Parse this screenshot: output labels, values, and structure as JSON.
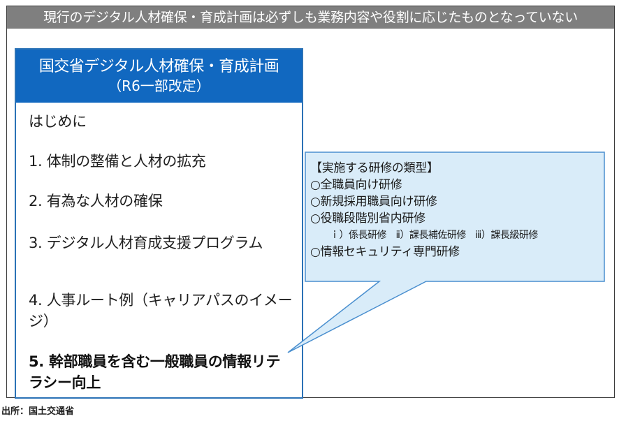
{
  "banner": {
    "text": "現行のデジタル人材確保・育成計画は必ずしも業務内容や役割に応じたものとなっていない",
    "color": "#7f7f7f"
  },
  "plan": {
    "title": "国交省デジタル人材確保・育成計画",
    "subtitle": "（R6一部改定）",
    "header_color": "#1168c0",
    "items": [
      {
        "text": "はじめに"
      },
      {
        "text": "1. 体制の整備と人材の拡充"
      },
      {
        "text": "2. 有為な人材の確保"
      },
      {
        "text": "3. デジタル人材育成支援プログラム"
      },
      {
        "text": "4. 人事ルート例（キャリアパスのイメージ）"
      },
      {
        "text": "5. 幹部職員を含む一般職員の情報リテラシー向上"
      }
    ]
  },
  "callout": {
    "heading": "【実施する研修の類型】",
    "lines": [
      "○全職員向け研修",
      "○新規採用職員向け研修",
      "○役職段階別省内研修"
    ],
    "sub": "ｉ）係長研修　ⅱ）課長補佐研修　ⅲ）課長級研修",
    "last": "○情報セキュリティ専門研修",
    "fill_color": "#d9ecf9",
    "border_color": "#4a8fcf"
  },
  "source": "出所：国土交通省"
}
